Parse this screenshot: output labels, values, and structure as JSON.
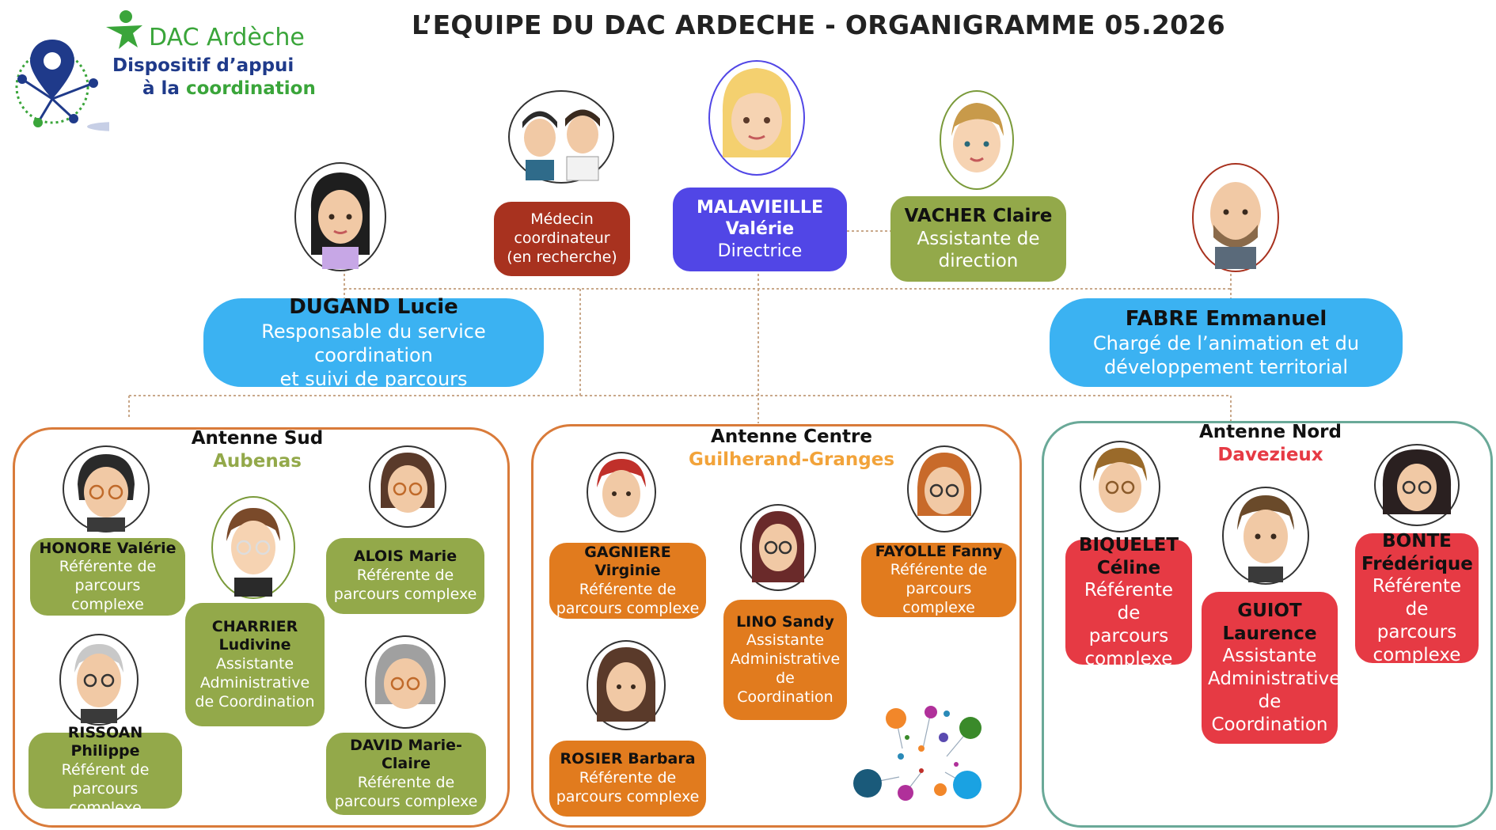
{
  "header": {
    "title": "L’EQUIPE DU DAC ARDECHE - ORGANIGRAMME 05.2026"
  },
  "logo": {
    "brand": "DAC Ardèche",
    "line1": "Dispositif d’appui",
    "line2_a": "à la ",
    "line2_b": "coordination",
    "icon": "location-pin-network-icon"
  },
  "colors": {
    "director": "#5146e6",
    "medecin": "#a8321f",
    "green": "#93a94a",
    "sky": "#3bb2f2",
    "orange": "#e17b1e",
    "red": "#e63a44",
    "antenne_border_sud": "#d97b3a",
    "antenne_border_nord": "#6aa998"
  },
  "top": {
    "director": {
      "name1": "MALAVIEILLE",
      "name2": "Valérie",
      "role": "Directrice"
    },
    "medecin": {
      "line1": "Médecin",
      "line2": "coordinateur",
      "line3": "(en recherche)"
    },
    "assistant": {
      "name": "VACHER Claire",
      "role1": "Assistante de",
      "role2": "direction"
    },
    "coord": {
      "name": "DUGAND Lucie",
      "role1": "Responsable du service coordination",
      "role2": "et suivi de parcours"
    },
    "anim": {
      "name": "FABRE Emmanuel",
      "role1": "Chargé de l’animation et du",
      "role2": "développement territorial"
    }
  },
  "antennes": {
    "sud": {
      "title": "Antenne Sud",
      "city": "Aubenas",
      "members": {
        "honore": {
          "name": "HONORE Valérie",
          "role1": "Référente de",
          "role2": "parcours complexe"
        },
        "alois": {
          "name": "ALOIS Marie",
          "role1": "Référente de",
          "role2": "parcours complexe"
        },
        "charrier": {
          "name1": "CHARRIER",
          "name2": "Ludivine",
          "role1": "Assistante",
          "role2": "Administrative",
          "role3": "de Coordination"
        },
        "rissoan": {
          "name": "RISSOAN Philippe",
          "role1": "Référent de",
          "role2": "parcours complexe"
        },
        "david": {
          "name": "DAVID Marie-Claire",
          "role1": "Référente de",
          "role2": "parcours complexe"
        }
      }
    },
    "centre": {
      "title": "Antenne Centre",
      "city": "Guilherand-Granges",
      "members": {
        "gagniere": {
          "name": "GAGNIERE Virginie",
          "role1": "Référente de",
          "role2": "parcours complexe"
        },
        "fayolle": {
          "name": "FAYOLLE Fanny",
          "role1": "Référente de",
          "role2": "parcours complexe"
        },
        "lino": {
          "name": "LINO Sandy",
          "role1": "Assistante",
          "role2": "Administrative",
          "role3": "de Coordination"
        },
        "rosier": {
          "name": "ROSIER Barbara",
          "role1": "Référente de",
          "role2": "parcours complexe"
        }
      }
    },
    "nord": {
      "title": "Antenne Nord",
      "city": "Davezieux",
      "members": {
        "biquelet": {
          "name1": "BIQUELET",
          "name2": "Céline",
          "role1": "Référente de",
          "role2": "parcours",
          "role3": "complexe"
        },
        "guiot": {
          "name1": "GUIOT",
          "name2": "Laurence",
          "role1": "Assistante",
          "role2": "Administrative",
          "role3": "de",
          "role4": "Coordination"
        },
        "bonte": {
          "name1": "BONTE",
          "name2": "Frédérique",
          "role1": "Référente de",
          "role2": "parcours",
          "role3": "complexe"
        }
      }
    }
  },
  "decor": {
    "icon": "network-dots-decoration-icon"
  }
}
